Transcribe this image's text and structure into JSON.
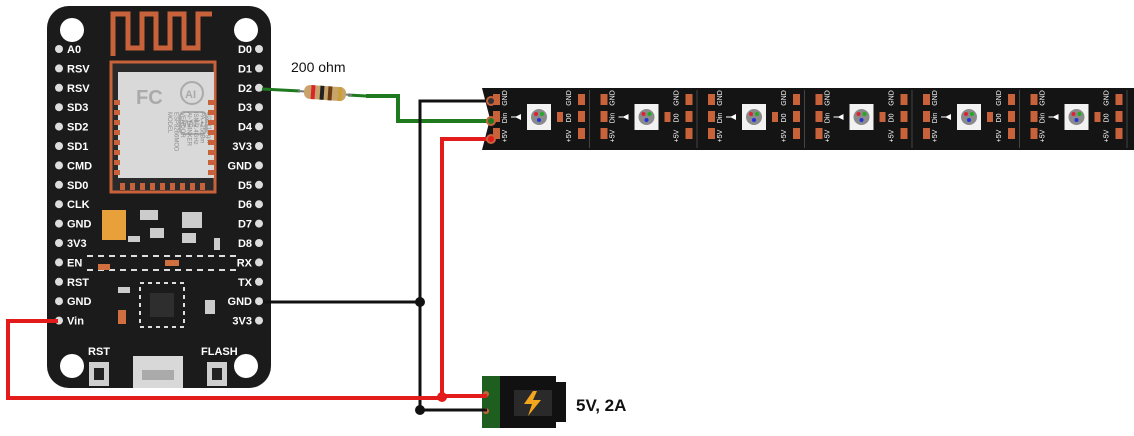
{
  "board": {
    "left_pins": [
      "A0",
      "RSV",
      "RSV",
      "SD3",
      "SD2",
      "SD1",
      "CMD",
      "SD0",
      "CLK",
      "GND",
      "3V3",
      "EN",
      "RST",
      "GND",
      "Vin"
    ],
    "right_pins": [
      "D0",
      "D1",
      "D2",
      "D3",
      "D4",
      "3V3",
      "GND",
      "D5",
      "D6",
      "D7",
      "D8",
      "RX",
      "TX",
      "GND",
      "3V3"
    ],
    "rst_button_label": "RST",
    "flash_button_label": "FLASH",
    "module_text": [
      "MODEL",
      "ESP8266MOD",
      "VENDOR",
      "AI-THINKER",
      "ISM 2.4GHz",
      "PA +25dBm",
      "802.11b/g/n"
    ],
    "module_logo_ai": "AI",
    "module_logo_wifi": "WiFi",
    "module_logo_fc": "FC"
  },
  "resistor": {
    "label": "200 ohm"
  },
  "led_strip": {
    "segment_count": 6,
    "pad_labels": {
      "gnd": "GND",
      "din": "Din",
      "dout": "D0",
      "vplus": "+5V"
    }
  },
  "power_supply": {
    "label": "5V, 2A"
  },
  "wire_colors": {
    "power": "#e31b1b",
    "ground": "#111111",
    "data": "#1f7a1f"
  }
}
